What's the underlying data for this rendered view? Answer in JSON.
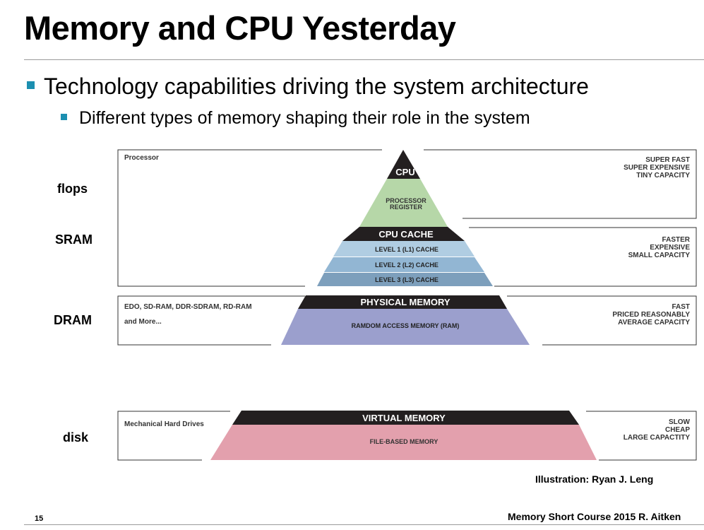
{
  "slide": {
    "title": "Memory and CPU Yesterday",
    "bullet1": "Technology capabilities driving the system architecture",
    "bullet2": "Different types of memory shaping their role in the system",
    "page_number": "15",
    "footer": "Memory Short Course 2015 R. Aitken",
    "credit": "Illustration: Ryan J. Leng"
  },
  "row_labels": {
    "flops": "flops",
    "sram": "SRAM",
    "dram": "DRAM",
    "disk": "disk"
  },
  "pyramid": {
    "cpu": "CPU",
    "register_line1": "PROCESSOR",
    "register_line2": "REGISTER",
    "cpu_cache": "CPU CACHE",
    "l1": "LEVEL 1 (L1) CACHE",
    "l2": "LEVEL 2 (L2) CACHE",
    "l3": "LEVEL 3 (L3) CACHE",
    "physical": "PHYSICAL MEMORY",
    "ram": "RAMDOM ACCESS MEMORY (RAM)",
    "virtual": "VIRTUAL MEMORY",
    "file": "FILE-BASED MEMORY"
  },
  "left_boxes": {
    "processor": "Processor",
    "dram_line1": "EDO, SD-RAM, DDR-SDRAM, RD-RAM",
    "dram_line2": "and More...",
    "disk": "Mechanical Hard Drives"
  },
  "right_boxes": {
    "top": [
      "SUPER FAST",
      "SUPER EXPENSIVE",
      "TINY CAPACITY"
    ],
    "cache": [
      "FASTER",
      "EXPENSIVE",
      "SMALL CAPACITY"
    ],
    "dram": [
      "FAST",
      "PRICED REASONABLY",
      "AVERAGE CAPACITY"
    ],
    "disk": [
      "SLOW",
      "CHEAP",
      "LARGE CAPACTITY"
    ]
  },
  "colors": {
    "accent": "#1c8fb0",
    "dark_band": "#231f20",
    "register": "#b6d7a8",
    "l1": "#b0cde2",
    "l2": "#92b6d3",
    "l3": "#7d9fbc",
    "ram": "#9b9fcd",
    "file": "#e3a0ad"
  }
}
